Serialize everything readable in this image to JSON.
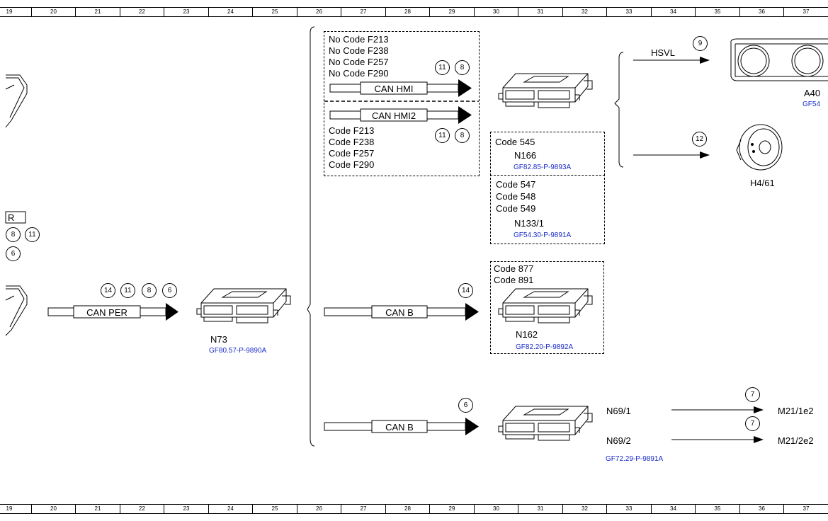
{
  "ruler": {
    "ticks": [
      "19",
      "20",
      "21",
      "22",
      "23",
      "24",
      "25",
      "26",
      "27",
      "28",
      "29",
      "30",
      "31",
      "32",
      "33",
      "34",
      "35",
      "36",
      "37"
    ]
  },
  "left_partial": {
    "label_r": "R",
    "refs": [
      "8",
      "11",
      "6"
    ]
  },
  "bus_can_per": {
    "label": "CAN PER",
    "refs": [
      "14",
      "11",
      "8",
      "6"
    ]
  },
  "module_n73": {
    "name": "N73",
    "doc": "GF80.57-P-9890A"
  },
  "hmi_box": {
    "no_codes": [
      "No Code F213",
      "No Code F238",
      "No Code F257",
      "No Code F290"
    ],
    "codes": [
      "Code F213",
      "Code F238",
      "Code F257",
      "Code F290"
    ],
    "can_hmi": "CAN HMI",
    "can_hmi2": "CAN HMI2",
    "refs_top": [
      "11",
      "8"
    ],
    "refs_bottom": [
      "11",
      "8"
    ]
  },
  "code545_box": {
    "code": "Code 545",
    "name": "N166",
    "doc": "GF82.85-P-9893A"
  },
  "code547_box": {
    "codes": [
      "Code 547",
      "Code 548",
      "Code 549"
    ],
    "name": "N133/1",
    "doc": "GF54.30-P-9891A"
  },
  "hsvl": {
    "label": "HSVL",
    "ref": "9"
  },
  "a40": {
    "name": "A40",
    "doc": "GF54"
  },
  "h461": {
    "name": "H4/61",
    "ref": "12"
  },
  "bus_can_b_1": {
    "label": "CAN B",
    "ref": "14"
  },
  "n162_box": {
    "codes": [
      "Code 877",
      "Code 891"
    ],
    "name": "N162",
    "doc": "GF82.20-P-9892A"
  },
  "bus_can_b_2": {
    "label": "CAN B",
    "ref": "6"
  },
  "n69": {
    "name1": "N69/1",
    "name2": "N69/2",
    "doc": "GF72.29-P-9891A",
    "out1": "M21/1e2",
    "out2": "M21/2e2",
    "ref1": "7",
    "ref2": "7"
  }
}
